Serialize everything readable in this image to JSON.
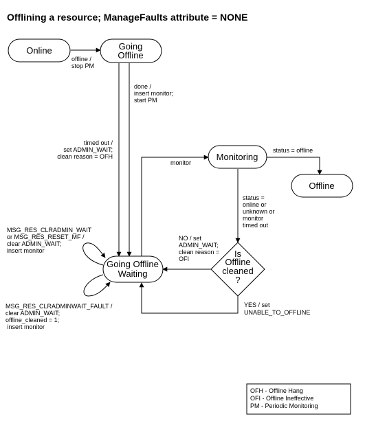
{
  "title": "Offlining a resource; ManageFaults attribute = NONE",
  "nodes": {
    "online": [
      "Online"
    ],
    "going_offline": [
      "Going",
      "Offline"
    ],
    "monitoring": [
      "Monitoring"
    ],
    "offline": [
      "Offline"
    ],
    "going_offline_waiting": [
      "Going Offline",
      "Waiting"
    ],
    "decision": [
      "Is",
      "Offline",
      "cleaned",
      "?"
    ]
  },
  "edges": {
    "online_to_going_offline": [
      "offline /",
      "stop PM"
    ],
    "going_offline_done": [
      "done /",
      "insert monitor;",
      "start PM"
    ],
    "timed_out": [
      "timed out /",
      "set ADMIN_WAIT;",
      "clean reason = OFH"
    ],
    "monitor": [
      "monitor"
    ],
    "status_offline": [
      "status = offline"
    ],
    "status_unknown": [
      "status =",
      "online or",
      "unknown or",
      "monitor",
      "timed out"
    ],
    "no_set": [
      "NO / set",
      "ADMIN_WAIT;",
      "clean reason =",
      "OFI"
    ],
    "yes_set": [
      "YES / set",
      "UNABLE_TO_OFFLINE"
    ],
    "clradmin_wait": [
      "MSG_RES_CLRADMIN_WAIT",
      "or MSG_RES_RESET_MF /",
      "clear ADMIN_WAIT;",
      "insert monitor"
    ],
    "clradminwait_fault": [
      "MSG_RES_CLRADMINWAIT_FAULT /",
      "clear ADMIN_WAIT;",
      "offline_cleaned = 1;",
      " insert monitor"
    ]
  },
  "legend": [
    "OFH - Offline Hang",
    "OFI - Offline Ineffective",
    "PM - Periodic Monitoring"
  ]
}
